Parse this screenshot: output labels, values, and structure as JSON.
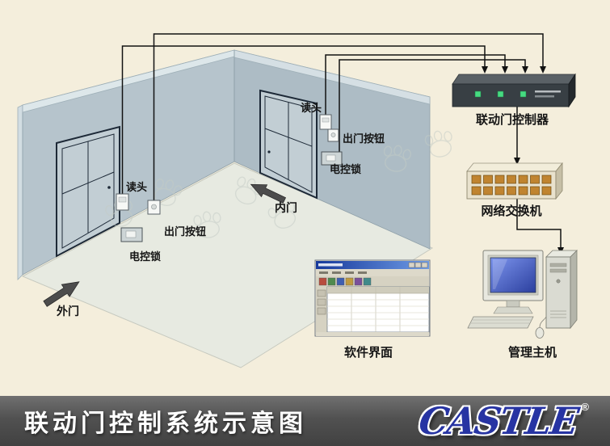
{
  "footer": {
    "title": "联动门控制系统示意图",
    "brand": "CASTLE",
    "registered": "®"
  },
  "diagram": {
    "door_labels": {
      "outer": "外门",
      "inner": "内门"
    },
    "outer_door_devices": {
      "reader": "读头",
      "exit_button": "出门按钮",
      "lock": "电控锁"
    },
    "inner_door_devices": {
      "reader": "读头",
      "exit_button": "出门按钮",
      "lock": "电控锁"
    },
    "equipment": {
      "controller": "联动门控制器",
      "network_switch": "网络交换机",
      "software_ui": "软件界面",
      "management_host": "管理主机"
    }
  },
  "colors": {
    "background": "#f4eedc",
    "footer_bar": "#4e4e4e",
    "brand_blue": "#2734a3",
    "wall": "#b6c4cc",
    "led_green": "#46db81",
    "port_orange": "#c08430",
    "screen_blue": "#3a57c8",
    "line_black": "#121212"
  }
}
